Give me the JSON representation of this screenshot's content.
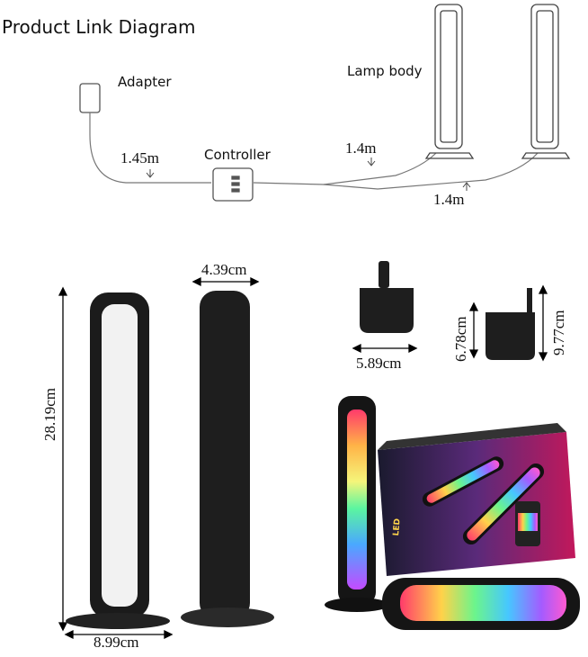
{
  "title": "Product Link Diagram",
  "labels": {
    "adapter": "Adapter",
    "controller": "Controller",
    "lamp_body": "Lamp body"
  },
  "cable_lengths": {
    "adapter_cable": "1.45m",
    "lamp1_cable": "1.4m",
    "lamp2_cable": "1.4m"
  },
  "dimensions": {
    "lamp_height": "28.19cm",
    "lamp_depth": "4.39cm",
    "base_width": "8.99cm",
    "holder_width": "5.89cm",
    "holder_height_small": "6.78cm",
    "holder_height_tall": "9.77cm"
  },
  "box_brand": "LED"
}
